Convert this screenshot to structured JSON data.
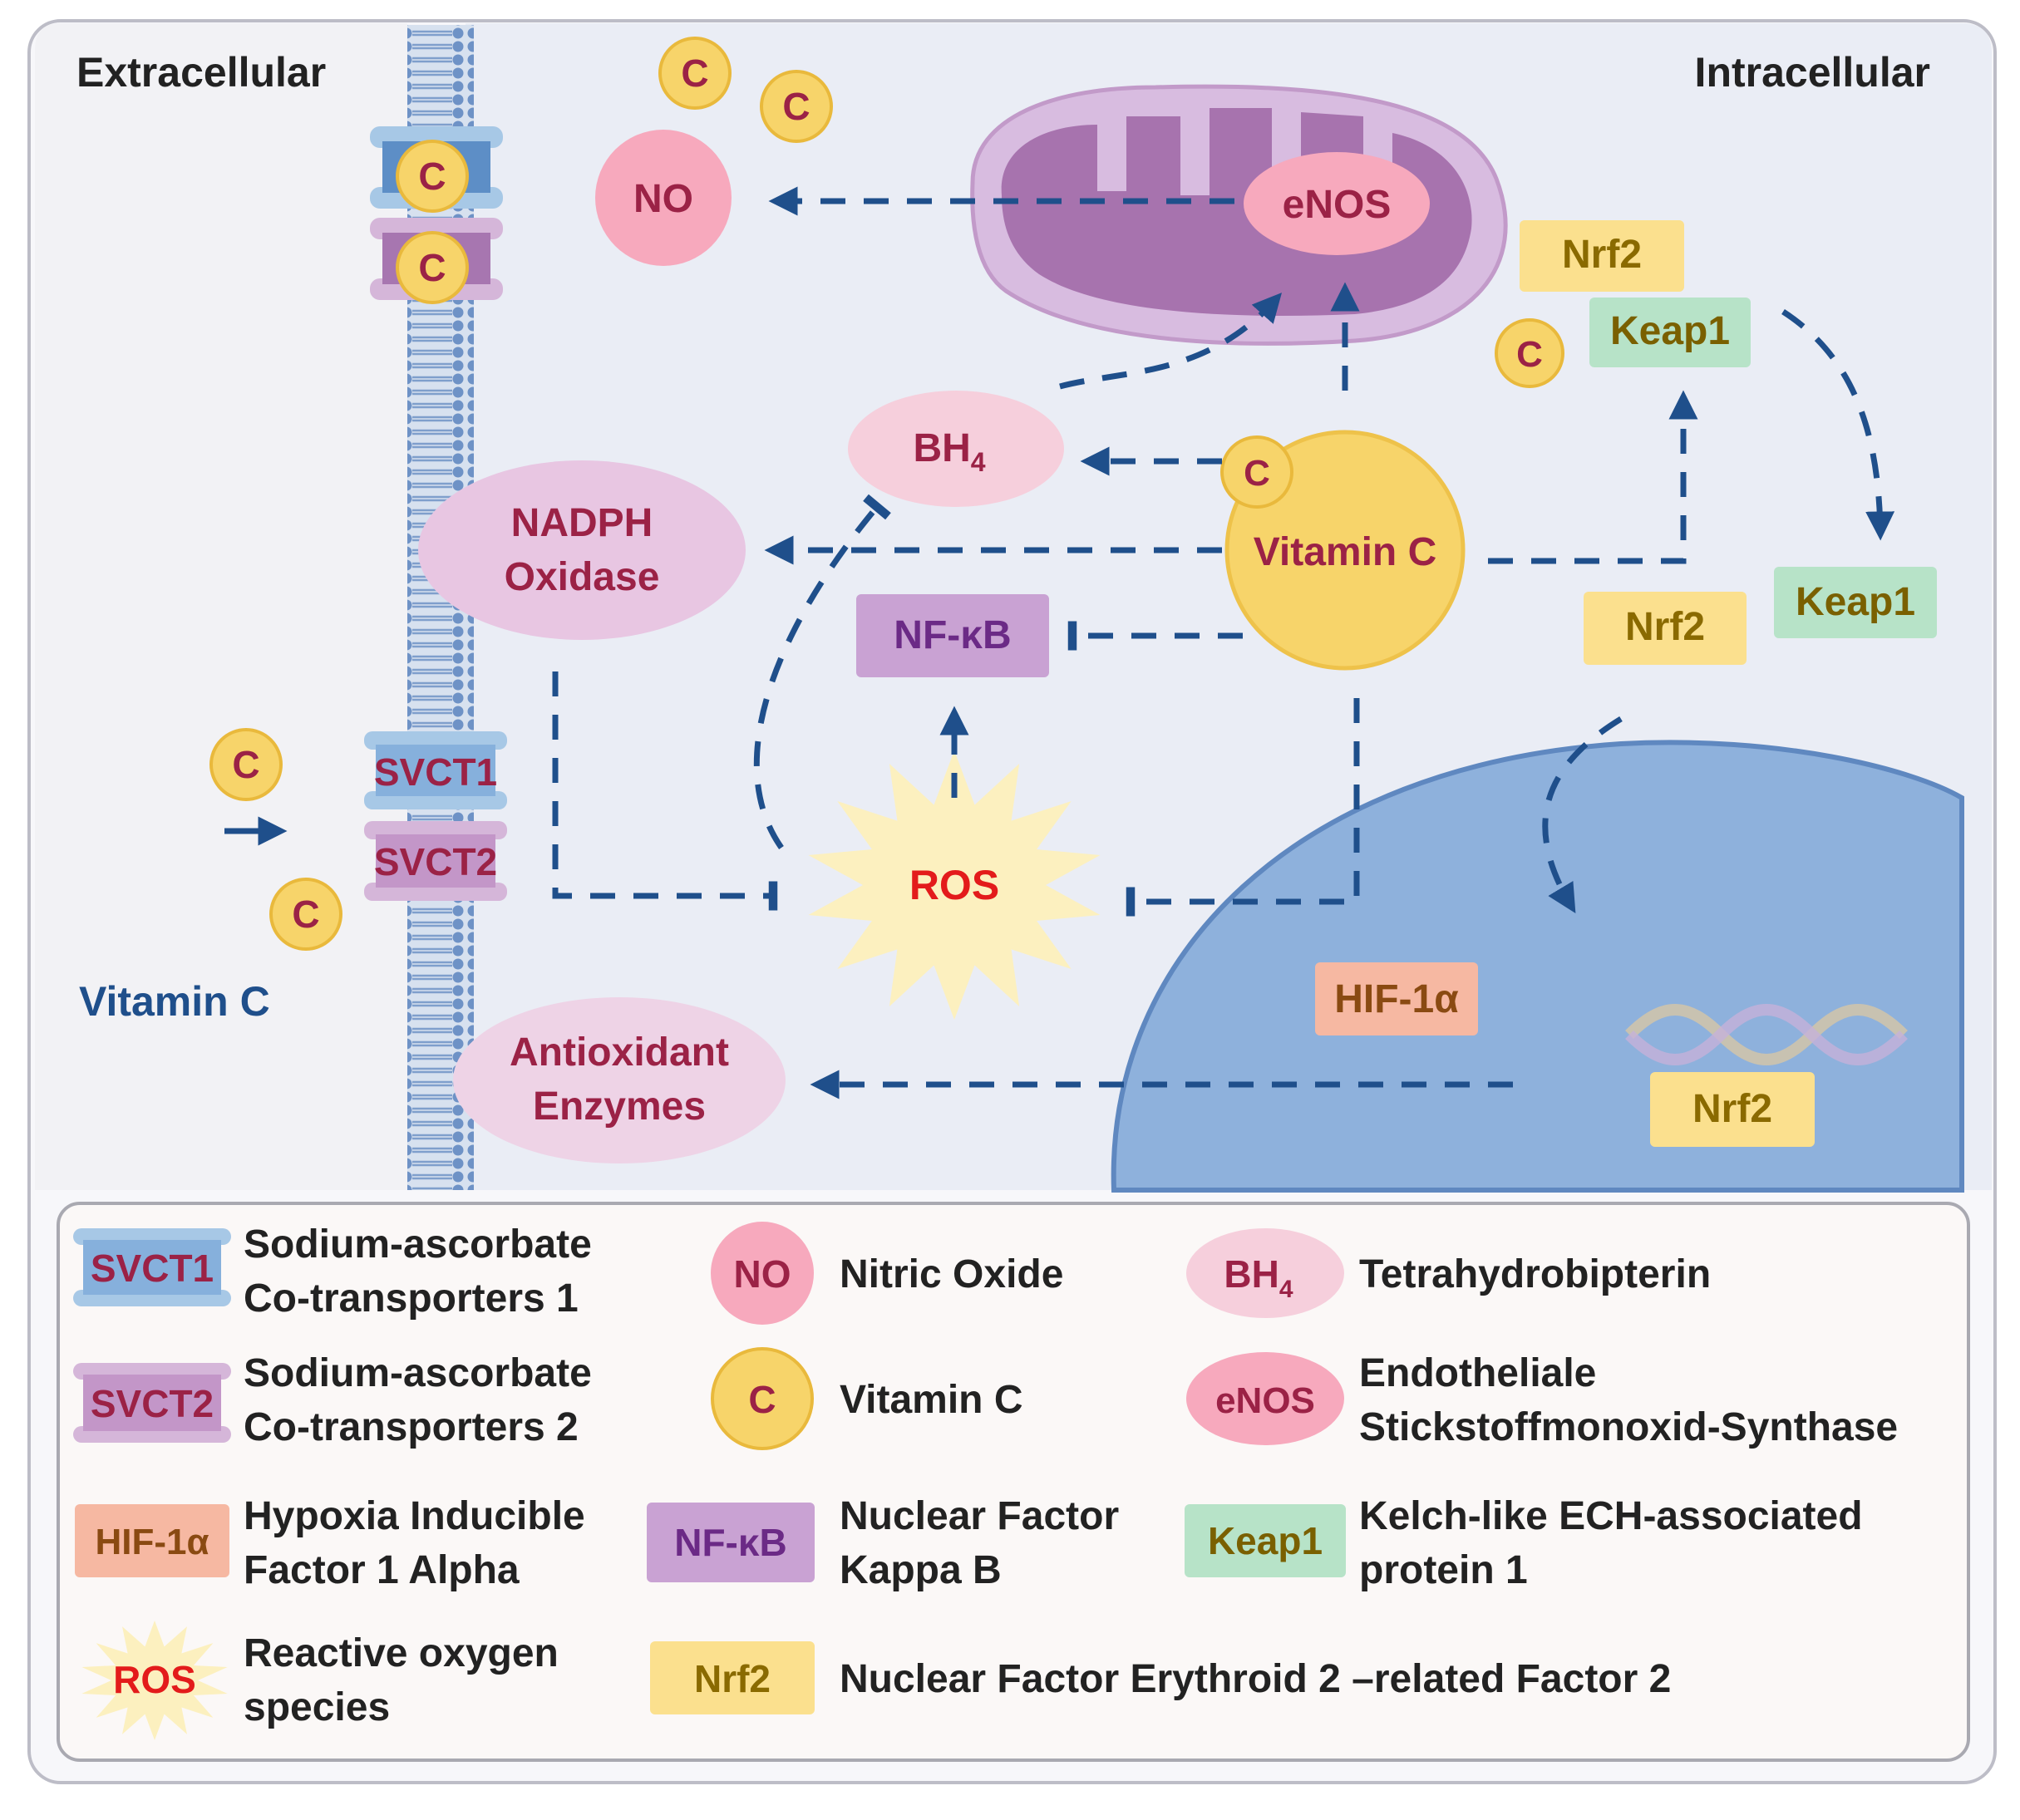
{
  "regions": {
    "extracellular": "Extracellular",
    "intracellular": "Intracellular",
    "vitamin_c_outside": "Vitamin C"
  },
  "molecules": {
    "c": "C",
    "no": "NO",
    "enos": "eNOS",
    "bh4_main": "BH",
    "bh4_sub": "4",
    "nadph_line1": "NADPH",
    "nadph_line2": "Oxidase",
    "vitamin_c": "Vitamin C",
    "nfkb": "NF-κB",
    "ros": "ROS",
    "nrf2": "Nrf2",
    "keap1": "Keap1",
    "hif": "HIF-1α",
    "svct1": "SVCT1",
    "svct2": "SVCT2",
    "antiox_line1": "Antioxidant",
    "antiox_line2": "Enzymes"
  },
  "legend": {
    "svct1_l1": "Sodium-ascorbate",
    "svct1_l2": "Co-transporters 1",
    "svct2_l1": "Sodium-ascorbate",
    "svct2_l2": "Co-transporters 2",
    "no_desc": "Nitric Oxide",
    "c_desc": "Vitamin C",
    "bh4_desc": "Tetrahydrobipterin",
    "enos_l1": "Endotheliale",
    "enos_l2": "Stickstoffmonoxid-Synthase",
    "hif_l1": "Hypoxia Inducible",
    "hif_l2": "Factor 1 Alpha",
    "nfkb_l1": "Nuclear Factor",
    "nfkb_l2": "Kappa B",
    "keap1_l1": "Kelch-like ECH-associated",
    "keap1_l2": "protein 1",
    "ros_l1": "Reactive oxygen",
    "ros_l2": "species",
    "nrf2_desc": "Nuclear Factor Erythroid 2 –related Factor 2"
  },
  "colors": {
    "arrow": "#1f4f8b",
    "panel_bg": "#eaedf5",
    "nucleus": "#8eb1dc",
    "vitamin_c": "#f7d46a",
    "title_text": "#9b2246",
    "ros_text": "#e31b1b"
  }
}
